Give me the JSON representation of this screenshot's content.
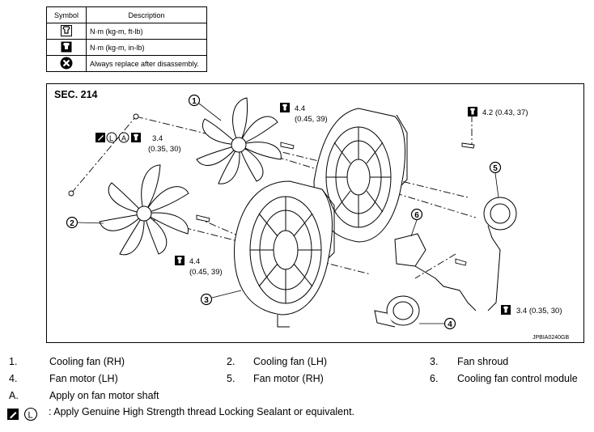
{
  "symbol_table": {
    "header_symbol": "Symbol",
    "header_description": "Description",
    "rows": [
      {
        "icon": "torque-wrench-icon",
        "description": "N·m (kg-m, ft-lb)"
      },
      {
        "icon": "torque-wrench-small-icon",
        "description": "N·m (kg-m, in-lb)"
      },
      {
        "icon": "replace-x-icon",
        "description": "Always replace after disassembly."
      }
    ]
  },
  "diagram": {
    "section": "SEC. 214",
    "image_code": "JPBIA0240GB",
    "callouts": [
      "1",
      "2",
      "3",
      "4",
      "5",
      "6"
    ],
    "torque_labels": [
      {
        "value": "4.4",
        "units": "(0.45, 39)"
      },
      {
        "value": "3.4",
        "units": "(0.35, 30)"
      },
      {
        "value": "4.2 (0.43, 37)"
      },
      {
        "value": "4.4",
        "units": "(0.45, 39)"
      },
      {
        "value": "3.4 (0.35, 30)"
      }
    ],
    "marks": [
      "L",
      "A"
    ]
  },
  "legend": [
    {
      "num": "1.",
      "label": "Cooling fan (RH)"
    },
    {
      "num": "2.",
      "label": "Cooling fan (LH)"
    },
    {
      "num": "3.",
      "label": "Fan shroud"
    },
    {
      "num": "4.",
      "label": "Fan motor (LH)"
    },
    {
      "num": "5.",
      "label": "Fan motor (RH)"
    },
    {
      "num": "6.",
      "label": "Cooling fan control module"
    },
    {
      "num": "A.",
      "label": "Apply on fan motor shaft"
    }
  ],
  "note": {
    "mark": "L",
    "text": ": Apply Genuine High Strength thread Locking Sealant or equivalent."
  }
}
